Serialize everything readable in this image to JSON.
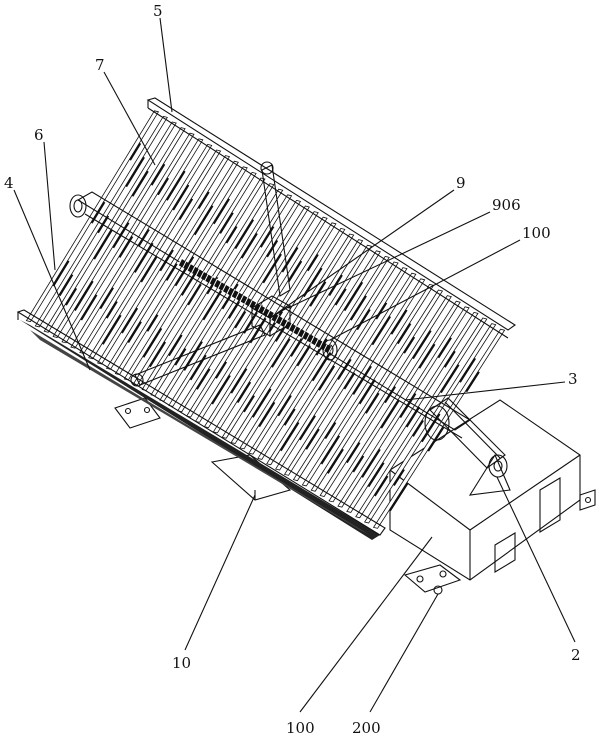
{
  "callouts": {
    "c5": "5",
    "c7": "7",
    "c6": "6",
    "c4": "4",
    "c9": "9",
    "c906": "906",
    "c100a": "100",
    "c3": "3",
    "c10": "10",
    "c2": "2",
    "c100b": "100",
    "c200": "200"
  }
}
